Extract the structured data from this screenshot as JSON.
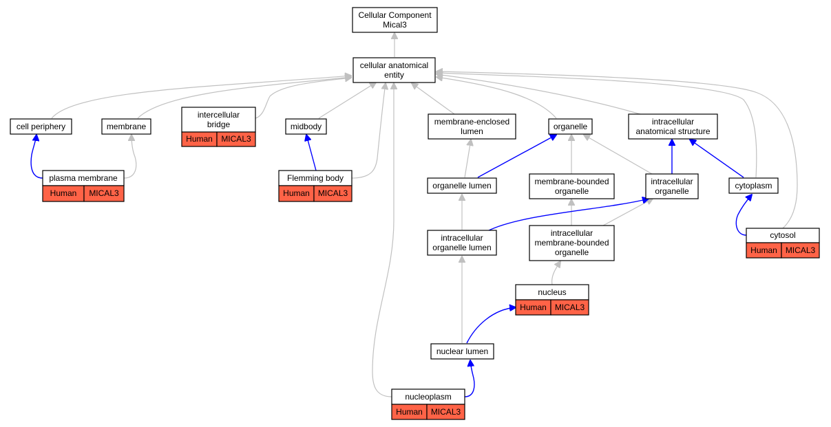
{
  "nodes": {
    "root": [
      "Cellular Component",
      "Mical3"
    ],
    "cae": [
      "cellular anatomical",
      "entity"
    ],
    "cell_periphery": [
      "cell periphery"
    ],
    "membrane": [
      "membrane"
    ],
    "intercellular_bridge": [
      "intercellular",
      "bridge"
    ],
    "midbody": [
      "midbody"
    ],
    "mel": [
      "membrane-enclosed",
      "lumen"
    ],
    "organelle": [
      "organelle"
    ],
    "ias": [
      "intracellular",
      "anatomical structure"
    ],
    "plasma_membrane": [
      "plasma membrane"
    ],
    "flemming_body": [
      "Flemming body"
    ],
    "organelle_lumen": [
      "organelle lumen"
    ],
    "mbo": [
      "membrane-bounded",
      "organelle"
    ],
    "io": [
      "intracellular",
      "organelle"
    ],
    "cytoplasm": [
      "cytoplasm"
    ],
    "iol": [
      "intracellular",
      "organelle lumen"
    ],
    "imbo": [
      "intracellular",
      "membrane-bounded",
      "organelle"
    ],
    "cytosol": [
      "cytosol"
    ],
    "nucleus": [
      "nucleus"
    ],
    "nuclear_lumen": [
      "nuclear lumen"
    ],
    "nucleoplasm": [
      "nucleoplasm"
    ]
  },
  "annotation": {
    "species": "Human",
    "gene": "MICAL3"
  },
  "colors": {
    "annotation_fill": "#ff6347",
    "is_a_edge": "#c0c0c0",
    "part_of_edge": "#0000ff"
  }
}
